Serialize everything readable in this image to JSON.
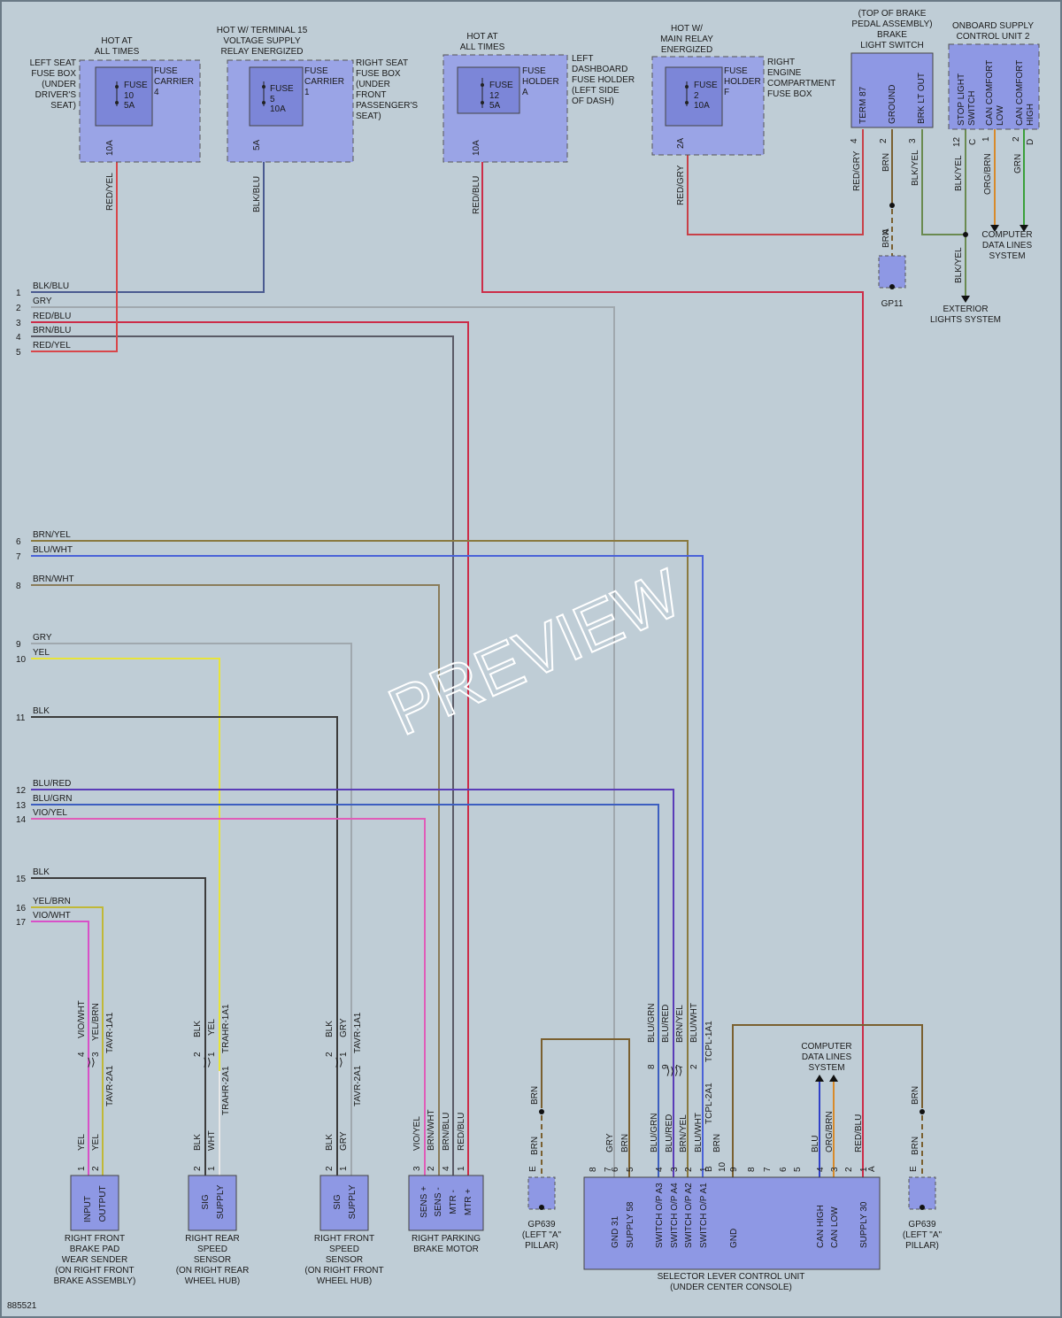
{
  "diagram_id": "885521",
  "watermark": "PREVIEW",
  "colors": {
    "background": "#bfcdd6",
    "component_fill": "#8e98e4",
    "fuse_box_fill": "#9aa4e6",
    "wire": {
      "RED/YEL": "#d8464a",
      "BLK/BLU": "#4a5a90",
      "GRY": "#a0a8ae",
      "RED/BLU": "#cc2c48",
      "BRN/BLU": "#5a5a66",
      "BRN/YEL": "#8a7a40",
      "BLU/WHT": "#4a62d8",
      "BRN/WHT": "#8a7c5a",
      "YEL": "#e8e43a",
      "BLK": "#3c3c3c",
      "BLU/RED": "#5a3cb8",
      "BLU/GRN": "#3c5ec0",
      "VIO/YEL": "#e05cb8",
      "YEL/BRN": "#c0b838",
      "VIO/WHT": "#d850c8",
      "RED/GRY": "#c84048",
      "BRN": "#7a6030",
      "BLK/YEL": "#6a8a50",
      "ORG/BRN": "#d88a2a",
      "GRN": "#3aa03a",
      "BLU": "#3040c8",
      "WHT": "#e8e8e8"
    }
  },
  "fuses": [
    {
      "header": [
        "HOT AT",
        "ALL TIMES"
      ],
      "side_left": [
        "LEFT SEAT",
        "FUSE BOX",
        "(UNDER",
        "DRIVER'S",
        "SEAT)"
      ],
      "carrier": [
        "FUSE",
        "CARRIER",
        "4"
      ],
      "fuse": [
        "FUSE",
        "10",
        "5A"
      ],
      "out_amp": "10A",
      "wire": "RED/YEL"
    },
    {
      "header": [
        "HOT W/ TERMINAL 15",
        "VOLTAGE SUPPLY",
        "RELAY ENERGIZED"
      ],
      "side_right": [
        "RIGHT SEAT",
        "FUSE BOX",
        "(UNDER",
        "FRONT",
        "PASSENGER'S",
        "SEAT)"
      ],
      "carrier": [
        "FUSE",
        "CARRIER",
        "1"
      ],
      "fuse": [
        "FUSE",
        "5",
        "10A"
      ],
      "out_amp": "5A",
      "wire": "BLK/BLU"
    },
    {
      "header": [
        "HOT AT",
        "ALL TIMES"
      ],
      "side_right": [
        "LEFT",
        "DASHBOARD",
        "FUSE HOLDER",
        "(LEFT SIDE",
        "OF DASH)"
      ],
      "carrier": [
        "FUSE",
        "HOLDER",
        "A"
      ],
      "fuse": [
        "FUSE",
        "12",
        "5A"
      ],
      "out_amp": "10A",
      "wire": "RED/BLU"
    },
    {
      "header": [
        "HOT W/",
        "MAIN RELAY",
        "ENERGIZED"
      ],
      "side_right": [
        "RIGHT",
        "ENGINE",
        "COMPARTMENT",
        "FUSE BOX"
      ],
      "carrier": [
        "FUSE",
        "HOLDER",
        "F"
      ],
      "fuse": [
        "FUSE",
        "2",
        "10A"
      ],
      "out_amp": "2A",
      "wire": "RED/GRY"
    }
  ],
  "brake_switch": {
    "title": [
      "(TOP OF BRAKE",
      "PEDAL ASSEMBLY)",
      "BRAKE",
      "LIGHT SWITCH"
    ],
    "pins": [
      {
        "label": "TERM 87",
        "num": "4",
        "wire": "RED/GRY"
      },
      {
        "label": "GROUND",
        "num": "2",
        "wire": "BRN"
      },
      {
        "label": "BRK LT OUT",
        "num": "3",
        "wire": "BLK/YEL"
      }
    ]
  },
  "onboard_unit": {
    "title": [
      "ONBOARD SUPPLY",
      "CONTROL UNIT 2"
    ],
    "pins": [
      {
        "label": [
          "STOP LIGHT",
          "SWITCH"
        ],
        "num": "12",
        "conn": "C",
        "wire": "BLK/YEL"
      },
      {
        "label": [
          "CAN COMFORT",
          "LOW"
        ],
        "num": "1",
        "conn": "",
        "wire": "ORG/BRN"
      },
      {
        "label": [
          "CAN COMFORT",
          "HIGH"
        ],
        "num": "2",
        "conn": "D",
        "wire": "GRN"
      }
    ],
    "data_lines": [
      "COMPUTER",
      "DATA LINES",
      "SYSTEM"
    ]
  },
  "ground_gp11": {
    "label": "GP11",
    "conn": "A",
    "wire": "BRN"
  },
  "exterior_lights": [
    "EXTERIOR",
    "LIGHTS SYSTEM"
  ],
  "left_wires": [
    {
      "num": "1",
      "label": "BLK/BLU"
    },
    {
      "num": "2",
      "label": "GRY"
    },
    {
      "num": "3",
      "label": "RED/BLU"
    },
    {
      "num": "4",
      "label": "BRN/BLU"
    },
    {
      "num": "5",
      "label": "RED/YEL"
    },
    {
      "num": "6",
      "label": "BRN/YEL"
    },
    {
      "num": "7",
      "label": "BLU/WHT"
    },
    {
      "num": "8",
      "label": "BRN/WHT"
    },
    {
      "num": "9",
      "label": "GRY"
    },
    {
      "num": "10",
      "label": "YEL"
    },
    {
      "num": "11",
      "label": "BLK"
    },
    {
      "num": "12",
      "label": "BLU/RED"
    },
    {
      "num": "13",
      "label": "BLU/GRN"
    },
    {
      "num": "14",
      "label": "VIO/YEL"
    },
    {
      "num": "15",
      "label": "BLK"
    },
    {
      "num": "16",
      "label": "YEL/BRN"
    },
    {
      "num": "17",
      "label": "VIO/WHT"
    }
  ],
  "components": [
    {
      "key": "pad_sender",
      "pins": [
        "INPUT",
        "OUTPUT"
      ],
      "title": [
        "RIGHT FRONT",
        "BRAKE PAD",
        "WEAR SENDER",
        "(ON RIGHT FRONT",
        "BRAKE ASSEMBLY)"
      ],
      "wire_labels": [
        "YEL",
        "YEL"
      ],
      "pin_nums": [
        "1",
        "2"
      ],
      "upper_labels": [
        "VIO/WHT",
        "YEL/BRN"
      ],
      "upper_nums": [
        "4",
        "3"
      ],
      "conn": [
        "TAVR-2A1",
        "TAVR-1A1"
      ]
    },
    {
      "key": "rear_sensor",
      "pins": [
        "SIG",
        "SUPPLY"
      ],
      "title": [
        "RIGHT REAR",
        "SPEED",
        "SENSOR",
        "(ON RIGHT REAR",
        "WHEEL HUB)"
      ],
      "wire_labels": [
        "BLK",
        "WHT"
      ],
      "pin_nums": [
        "2",
        "1"
      ],
      "upper_labels": [
        "BLK",
        "YEL"
      ],
      "upper_nums": [
        "2",
        "1"
      ],
      "conn": [
        "TRAHR-2A1",
        "TRAHR-1A1"
      ]
    },
    {
      "key": "front_sensor",
      "pins": [
        "SIG",
        "SUPPLY"
      ],
      "title": [
        "RIGHT FRONT",
        "SPEED",
        "SENSOR",
        "(ON RIGHT FRONT",
        "WHEEL HUB)"
      ],
      "wire_labels": [
        "BLK",
        "GRY"
      ],
      "pin_nums": [
        "2",
        "1"
      ],
      "upper_labels": [
        "BLK",
        "GRY"
      ],
      "upper_nums": [
        "2",
        "1"
      ],
      "conn": [
        "TAVR-2A1",
        "TAVR-1A1"
      ]
    },
    {
      "key": "park_motor",
      "pins": [
        "SENS +",
        "SENS -",
        "MTR -",
        "MTR +"
      ],
      "title": [
        "RIGHT PARKING",
        "BRAKE MOTOR"
      ],
      "wire_labels": [
        "VIO/YEL",
        "BRN/WHT",
        "BRN/BLU",
        "RED/BLU"
      ],
      "pin_nums": [
        "3",
        "2",
        "4",
        "1"
      ]
    }
  ],
  "gp639_left": {
    "label": [
      "GP639",
      "(LEFT \"A\"",
      "PILLAR)"
    ],
    "conn": "E",
    "wire_top": "BRN",
    "wire_bottom": "BRN"
  },
  "gp639_right": {
    "label": [
      "GP639",
      "(LEFT \"A\"",
      "PILLAR)"
    ],
    "conn": "E",
    "wire_top": "BRN",
    "wire_bottom": "BRN"
  },
  "selector": {
    "title": [
      "SELECTOR LEVER CONTROL UNIT",
      "(UNDER CENTER CONSOLE)"
    ],
    "pins": [
      {
        "num": "8",
        "label": "",
        "wire": ""
      },
      {
        "num": "7",
        "label": "",
        "wire": ""
      },
      {
        "num": "6",
        "label": "GND 31",
        "wire": "GRY"
      },
      {
        "num": "5",
        "label": "SUPPLY 58",
        "wire": "BRN"
      },
      {
        "num": "4",
        "label": "SWITCH O/P A3",
        "wire": "BLU/GRN"
      },
      {
        "num": "3",
        "label": "SWITCH O/P A4",
        "wire": "BLU/RED"
      },
      {
        "num": "2",
        "label": "SWITCH O/P A2",
        "wire": "BRN/YEL"
      },
      {
        "num": "1",
        "label": "SWITCH O/P A1",
        "wire": "BLU/WHT"
      },
      {
        "num": "10",
        "label": "",
        "wire": "BRN"
      },
      {
        "num": "9",
        "label": "GND",
        "wire": ""
      },
      {
        "num": "8",
        "label": "",
        "wire": ""
      },
      {
        "num": "7",
        "label": "",
        "wire": ""
      },
      {
        "num": "6",
        "label": "",
        "wire": ""
      },
      {
        "num": "5",
        "label": "",
        "wire": ""
      },
      {
        "num": "4",
        "label": "CAN HIGH",
        "wire": "BLU"
      },
      {
        "num": "3",
        "label": "CAN LOW",
        "wire": "ORG/BRN"
      },
      {
        "num": "2",
        "label": "",
        "wire": ""
      },
      {
        "num": "1",
        "label": "SUPPLY 30",
        "wire": "RED/BLU"
      }
    ],
    "upper_labels": [
      "BLU/GRN",
      "BLU/RED",
      "BRN/YEL",
      "BLU/WHT"
    ],
    "upper_nums": [
      "8",
      "9",
      "7",
      "2"
    ],
    "conn_b": "B",
    "conn_a": "A",
    "conn_tag": "TCPL-1A1",
    "conn_tag2": "TCPL-2A1",
    "data_lines": [
      "COMPUTER",
      "DATA LINES",
      "SYSTEM"
    ]
  }
}
